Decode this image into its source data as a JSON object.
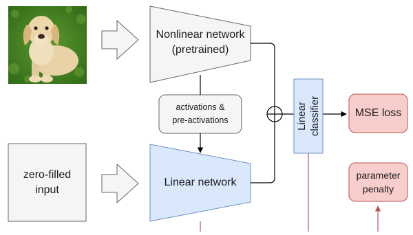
{
  "diagram": {
    "input_box": {
      "line1": "zero-filled",
      "line2": "input"
    },
    "nonlinear_network": {
      "line1": "Nonlinear network",
      "line2": "(pretrained)"
    },
    "activations_box": {
      "line1": "activations &",
      "line2": "pre-activations"
    },
    "linear_network": {
      "label": "Linear network"
    },
    "linear_classifier": {
      "line1": "Linear",
      "line2": "classifier"
    },
    "mse_loss": {
      "label": "MSE loss"
    },
    "parameter_penalty": {
      "line1": "parameter",
      "line2": "penalty"
    }
  },
  "colors": {
    "gray_fill": "#f5f5f5",
    "gray_stroke": "#666666",
    "blue_fill": "#dae8fc",
    "blue_stroke": "#6c8ebf",
    "red_fill": "#f8cecc",
    "red_stroke": "#b85450",
    "edge": "#000000"
  },
  "icons": {
    "image": "dog-photo-icon",
    "arrow": "block-arrow-icon",
    "sum": "circle-plus-icon"
  }
}
